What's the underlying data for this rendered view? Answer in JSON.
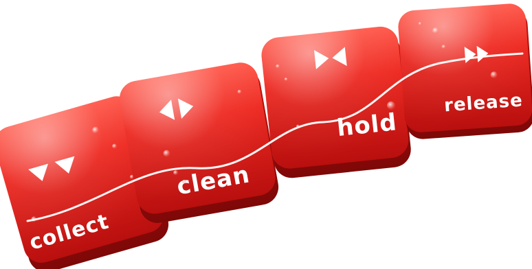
{
  "keys": [
    {
      "label": "collect",
      "icon": "double-down-triangle-icon"
    },
    {
      "label": "clean",
      "icon": "outward-triangles-icon"
    },
    {
      "label": "hold",
      "icon": "inward-triangles-icon"
    },
    {
      "label": "release",
      "icon": "fast-forward-icon"
    }
  ],
  "colors": {
    "key_red": "#e8231f",
    "key_red_dark": "#b8100f",
    "key_highlight": "#ff8a80",
    "wave": "#ffffff",
    "background": "#ffffff"
  }
}
